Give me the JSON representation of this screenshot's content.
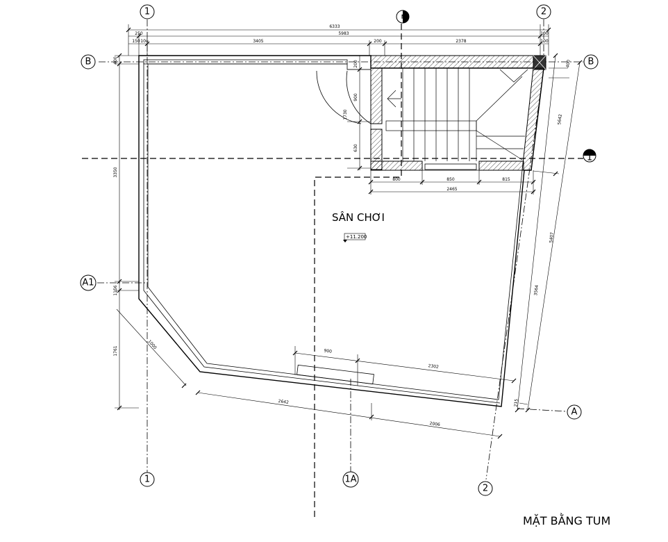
{
  "drawing": {
    "title": "MẶT BẰNG TUM",
    "room_name": "SÂN CHƠI",
    "level": "+11.200"
  },
  "grid_labels": {
    "col_1": "1",
    "col_2": "2",
    "col_1a": "1A",
    "row_b": "B",
    "row_a1": "A1",
    "row_a": "A",
    "section_2": "2",
    "section_1": "1"
  },
  "dimensions": {
    "top_overall": "6333",
    "top_sub": "5983",
    "top_left_250": "250",
    "top_seg_150": "150",
    "top_seg_100": "100",
    "top_seg_3405": "3405",
    "top_seg_200": "200",
    "top_seg_2378": "2378",
    "top_seg_r1": "100",
    "top_seg_r2": "100",
    "left_400": "400",
    "left_3350": "3350",
    "left_1156": "1156",
    "left_1761": "1761",
    "door_200": "200",
    "door_900": "900",
    "door_1730": "1730",
    "door_630": "630",
    "stair_800": "800",
    "stair_850": "850",
    "stair_815": "815",
    "stair_2465": "2465",
    "right_400": "400",
    "right_5642": "5642",
    "right_5407": "5407",
    "right_3564": "3564",
    "right_215": "215",
    "bottom_900": "900",
    "bottom_2302": "2302",
    "bottom_2642": "2642",
    "bottom_2006": "2006",
    "diag_1000": "1000"
  },
  "colors": {
    "ink": "#000000",
    "paper": "#ffffff"
  }
}
